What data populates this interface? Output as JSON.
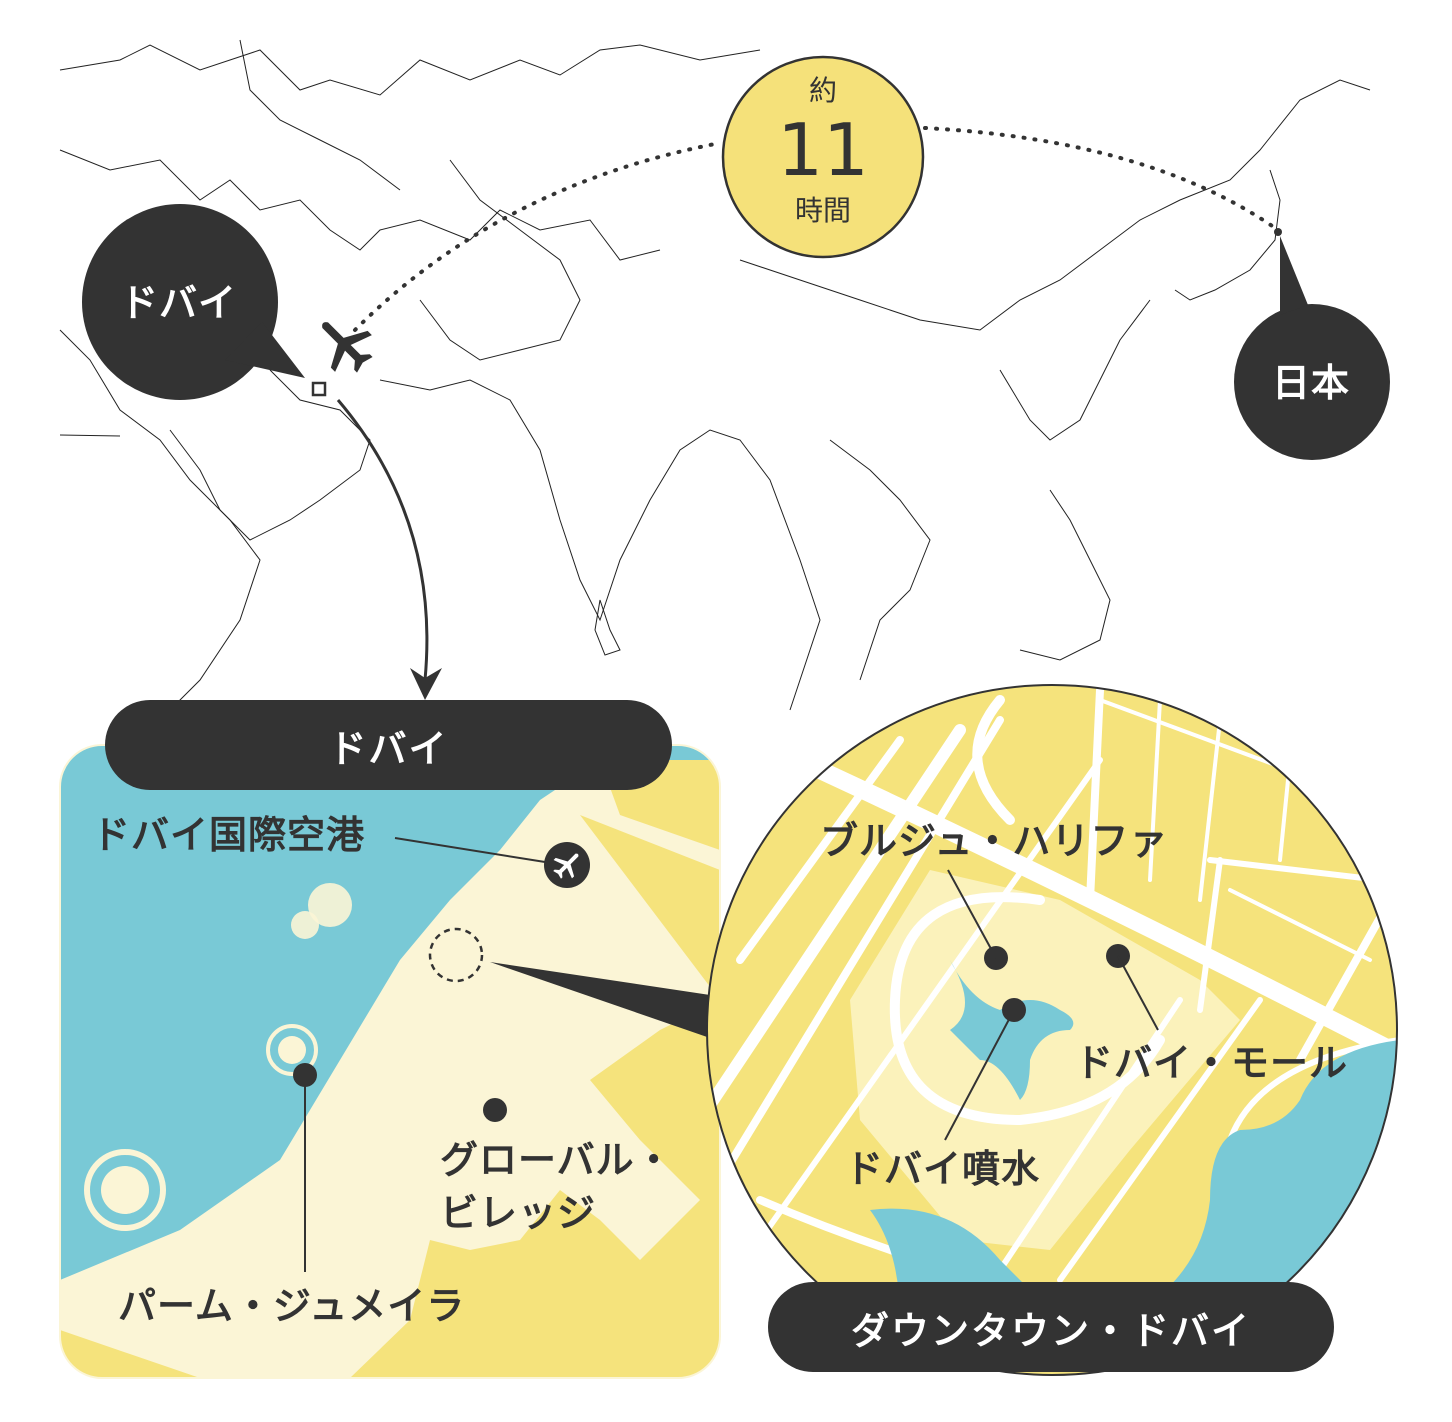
{
  "world_map": {
    "origin_label": "ドバイ",
    "destination_label": "日本",
    "flight_time": {
      "prefix": "約",
      "hours": "11",
      "unit": "時間"
    }
  },
  "dubai_panel": {
    "title": "ドバイ",
    "places": {
      "airport": "ドバイ国際空港",
      "palm": "パーム・ジュメイラ",
      "global_village_line1": "グローバル・",
      "global_village_line2": "ビレッジ"
    }
  },
  "downtown_panel": {
    "title": "ダウンタウン・ドバイ",
    "places": {
      "burj": "ブルジュ・ハリファ",
      "mall": "ドバイ・モール",
      "fountain": "ドバイ噴水"
    }
  },
  "colors": {
    "sea": "#79c9d6",
    "land_light": "#fbf5d6",
    "land_yellow": "#f5e37c",
    "dark": "#333333"
  }
}
